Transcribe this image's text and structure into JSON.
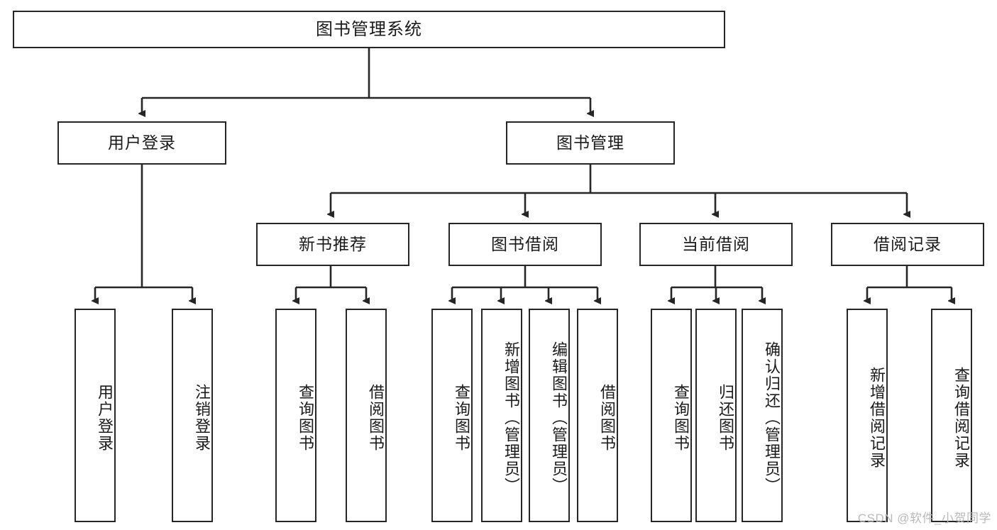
{
  "diagram": {
    "type": "tree",
    "title": "图书管理系统",
    "watermark": "CSDN @软件_小贺同学",
    "colors": {
      "stroke": "#262626",
      "fill": "#ffffff",
      "text": "#1a1a1a",
      "watermark": "#b9b9b9"
    },
    "nodes": {
      "root": {
        "label": "图书管理系统",
        "level": 0,
        "orientation": "horizontal"
      },
      "user_login": {
        "label": "用户登录",
        "level": 1,
        "orientation": "horizontal"
      },
      "book_manage": {
        "label": "图书管理",
        "level": 1,
        "orientation": "horizontal"
      },
      "new_book_rec": {
        "label": "新书推荐",
        "level": 2,
        "orientation": "horizontal"
      },
      "book_borrow": {
        "label": "图书借阅",
        "level": 2,
        "orientation": "horizontal"
      },
      "current_borrow": {
        "label": "当前借阅",
        "level": 2,
        "orientation": "horizontal"
      },
      "borrow_record": {
        "label": "借阅记录",
        "level": 2,
        "orientation": "horizontal"
      },
      "leaf_user_login": {
        "label": "用户登录",
        "level": 2,
        "orientation": "vertical"
      },
      "leaf_logout": {
        "label": "注销登录",
        "level": 2,
        "orientation": "vertical"
      },
      "leaf_query_book_1": {
        "label": "查询图书",
        "level": 3,
        "orientation": "vertical"
      },
      "leaf_borrow_book_1": {
        "label": "借阅图书",
        "level": 3,
        "orientation": "vertical"
      },
      "leaf_query_book_2": {
        "label": "查询图书",
        "level": 3,
        "orientation": "vertical"
      },
      "leaf_add_book": {
        "label": "新增图书（管理员）",
        "level": 3,
        "orientation": "vertical"
      },
      "leaf_edit_book": {
        "label": "编辑图书（管理员）",
        "level": 3,
        "orientation": "vertical"
      },
      "leaf_borrow_book_2": {
        "label": "借阅图书",
        "level": 3,
        "orientation": "vertical"
      },
      "leaf_query_book_3": {
        "label": "查询图书",
        "level": 3,
        "orientation": "vertical"
      },
      "leaf_return_book": {
        "label": "归还图书",
        "level": 3,
        "orientation": "vertical"
      },
      "leaf_confirm_return": {
        "label": "确认归还（管理员）",
        "level": 3,
        "orientation": "vertical"
      },
      "leaf_add_record": {
        "label": "新增借阅记录",
        "level": 3,
        "orientation": "vertical"
      },
      "leaf_query_record": {
        "label": "查询借阅记录",
        "level": 3,
        "orientation": "vertical"
      }
    },
    "edges": [
      {
        "from": "root",
        "to": "user_login"
      },
      {
        "from": "root",
        "to": "book_manage"
      },
      {
        "from": "user_login",
        "to": "leaf_user_login"
      },
      {
        "from": "user_login",
        "to": "leaf_logout"
      },
      {
        "from": "book_manage",
        "to": "new_book_rec"
      },
      {
        "from": "book_manage",
        "to": "book_borrow"
      },
      {
        "from": "book_manage",
        "to": "current_borrow"
      },
      {
        "from": "book_manage",
        "to": "borrow_record"
      },
      {
        "from": "new_book_rec",
        "to": "leaf_query_book_1"
      },
      {
        "from": "new_book_rec",
        "to": "leaf_borrow_book_1"
      },
      {
        "from": "book_borrow",
        "to": "leaf_query_book_2"
      },
      {
        "from": "book_borrow",
        "to": "leaf_add_book"
      },
      {
        "from": "book_borrow",
        "to": "leaf_edit_book"
      },
      {
        "from": "book_borrow",
        "to": "leaf_borrow_book_2"
      },
      {
        "from": "current_borrow",
        "to": "leaf_query_book_3"
      },
      {
        "from": "current_borrow",
        "to": "leaf_return_book"
      },
      {
        "from": "current_borrow",
        "to": "leaf_confirm_return"
      },
      {
        "from": "borrow_record",
        "to": "leaf_add_record"
      },
      {
        "from": "borrow_record",
        "to": "leaf_query_record"
      }
    ]
  }
}
